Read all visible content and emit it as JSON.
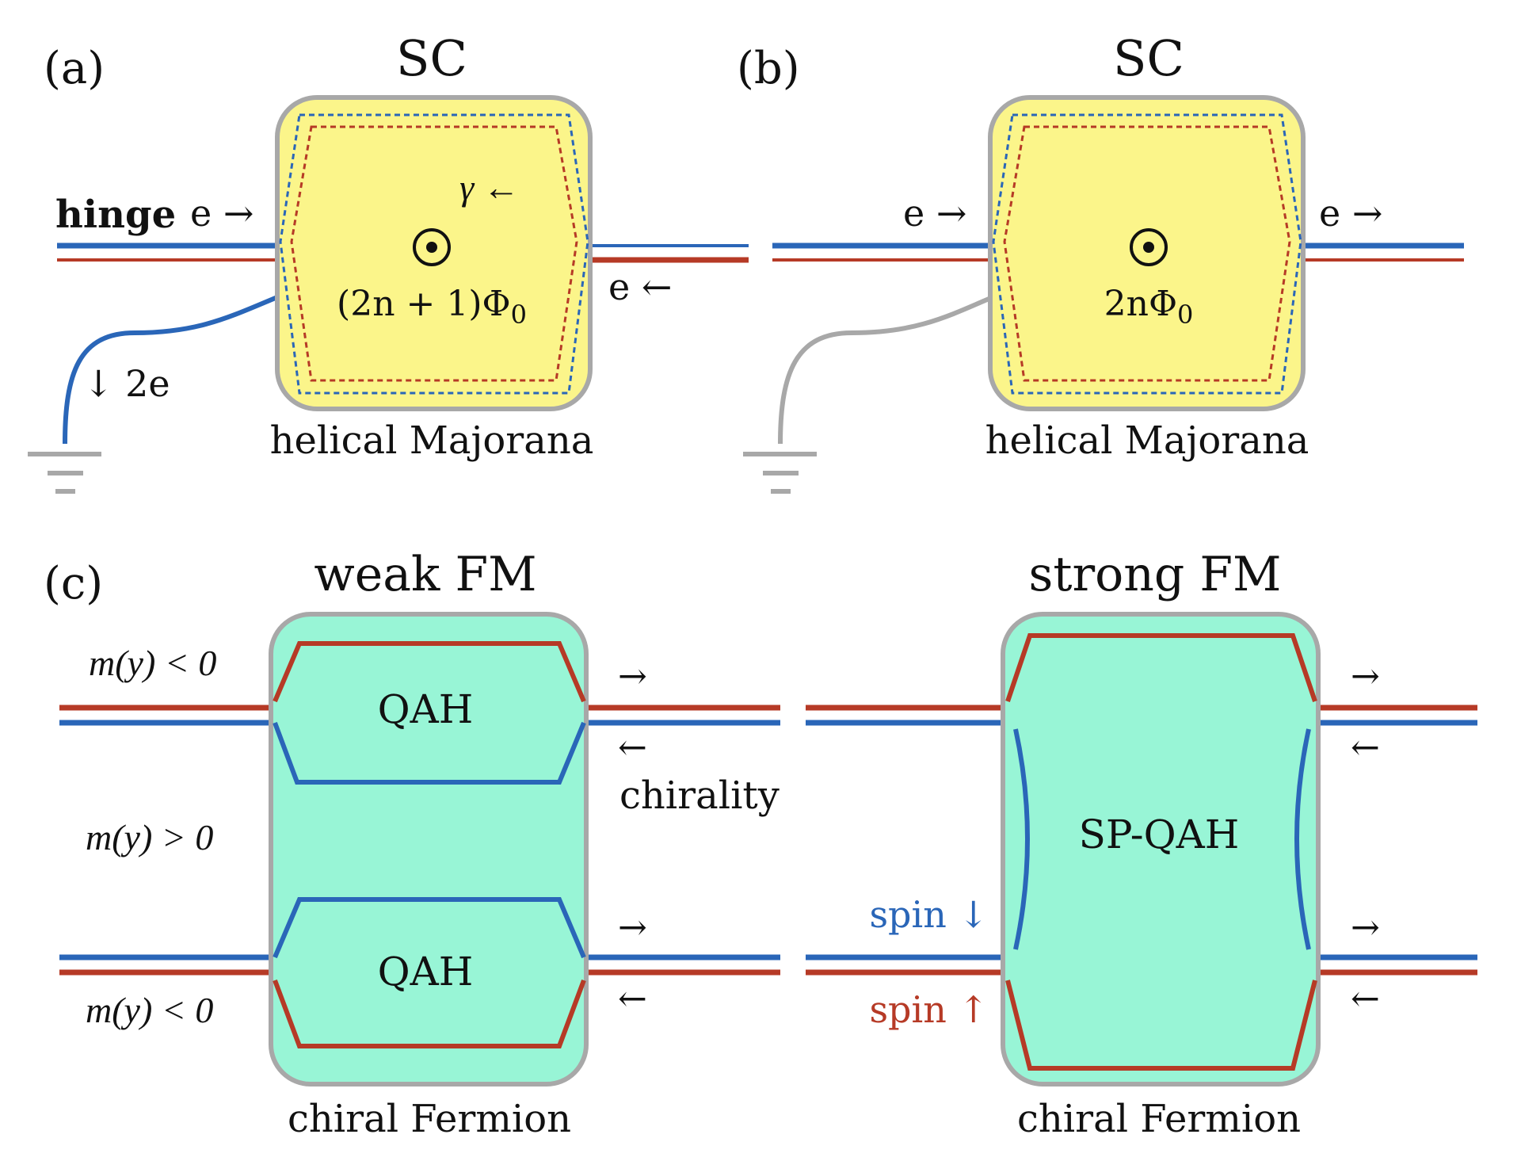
{
  "panel_a": {
    "tag": "(a)",
    "box_title": "SC",
    "hinge_label": "hinge",
    "in_label": "e →",
    "out_label": "e ←",
    "gamma_label": "γ ←",
    "flux_label": "(2n + 1)Φ",
    "flux_sub": "0",
    "ground_label": "↓ 2e",
    "caption": "helical Majorana"
  },
  "panel_b": {
    "tag": "(b)",
    "box_title": "SC",
    "in_label": "e →",
    "out_label": "e →",
    "flux_label": "2nΦ",
    "flux_sub": "0",
    "caption": "helical Majorana"
  },
  "panel_c_left": {
    "tag": "(c)",
    "title": "weak FM",
    "top_region": "QAH",
    "bottom_region": "QAH",
    "m_top": "m(y) < 0",
    "m_mid": "m(y) > 0",
    "m_bottom": "m(y) < 0",
    "arrow_right_top": "→",
    "arrow_left_top": "←",
    "chirality_label": "chirality",
    "arrow_right_bottom": "→",
    "arrow_left_bottom": "←",
    "caption": "chiral Fermion"
  },
  "panel_c_right": {
    "title": "strong FM",
    "region": "SP-QAH",
    "spin_down": "spin ↓",
    "spin_up": "spin ↑",
    "arrow_right_top": "→",
    "arrow_left_top": "←",
    "arrow_right_bottom": "→",
    "arrow_left_bottom": "←",
    "caption": "chiral Fermion"
  },
  "colors": {
    "blue": "#2a66b8",
    "red": "#b63a26",
    "sc_fill": "#fbf58a",
    "qah_fill": "#98f5d6",
    "frame": "#a8a8a8",
    "ground": "#a8a8a8"
  }
}
